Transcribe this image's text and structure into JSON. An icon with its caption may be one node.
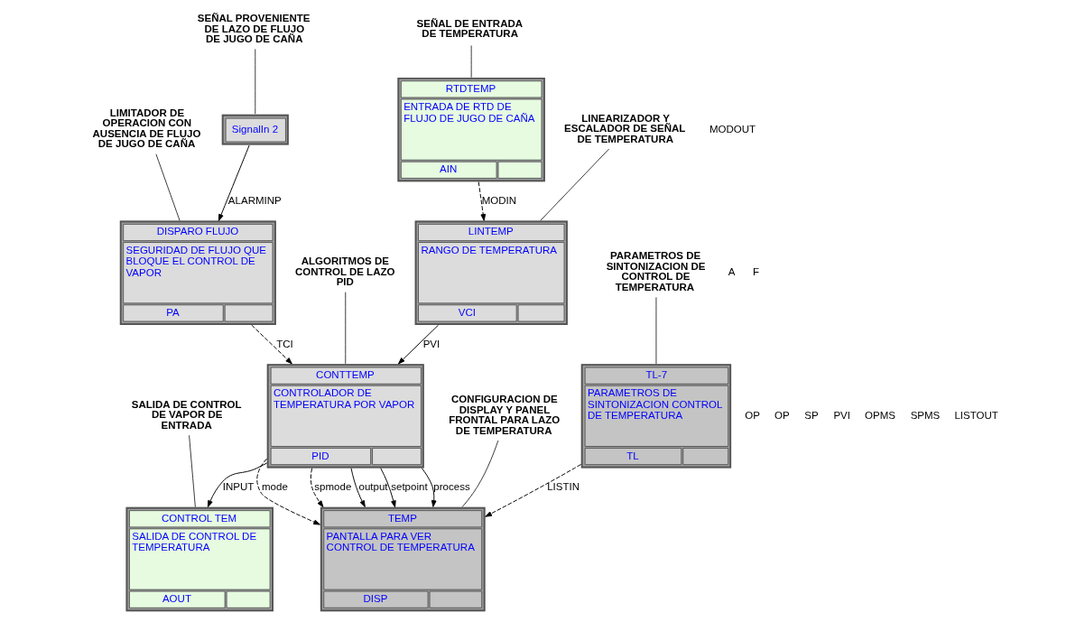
{
  "diagram": {
    "nodes": [
      {
        "text": [
          "LIMITADOR DE OPERACION CON AUSENCIA DE FLUJO DE JUGO DE CAÑA"
        ]
      },
      {
        "text": [
          "DISPARO FLUJO",
          "SEGURIDAD DE FLUJO QUE BLOQUE EL CONTROL DE VAPOR",
          "PA"
        ]
      },
      {
        "text": [
          "SEÑAL PROVENIENTE DE LAZO DE FLUJO DE JUGO DE CAÑA"
        ]
      },
      {
        "text": [
          "SignalIn 2"
        ]
      },
      {
        "text": [
          "SEÑAL DE ENTRADA DE TEMPERATURA"
        ]
      },
      {
        "text": [
          "SALIDA DE CONTROL DE VAPOR DE ENTRADA"
        ]
      },
      {
        "text": [
          "ALGORITMOS DE CONTROL DE LAZO PID"
        ]
      },
      {
        "text": [
          "CONTTEMP",
          "CONTROLADOR DE TEMPERATURA POR VAPOR",
          "PID"
        ]
      },
      {
        "text": [
          "RTDTEMP",
          "ENTRADA DE RTD DE FLUJO DE JUGO DE CAÑA",
          "AIN"
        ]
      },
      {
        "text": [
          "CONTROL TEM",
          "SALIDA DE CONTROL DE TEMPERATURA",
          "AOUT"
        ]
      },
      {
        "text": [
          "LINTEMP",
          "RANGO DE TEMPERATURA",
          "VCI"
        ]
      },
      {
        "text": [
          "LINEARIZADOR Y ESCALADOR DE SEÑAL DE TEMPERATURA"
        ]
      },
      {
        "text": [
          "TL-7",
          "PARAMETROS DE SINTONIZACION CONTROL DE TEMPERATURA",
          "TL"
        ]
      },
      {
        "text": [
          "TEMP",
          "PANTALLA PARA VER CONTROL DE TEMPERATURA",
          "DISP"
        ]
      },
      {
        "text": [
          "PARAMETROS DE SINTONIZACION DE CONTROL DE TEMPERATURA"
        ]
      },
      {
        "text": [
          "CONFIGURACION DE DISPLAY Y PANEL FRONTAL PARA LAZO DE TEMPERATURA"
        ]
      }
    ],
    "edges": [
      {
        "from": 0,
        "to": 1,
        "arrow": "none"
      },
      {
        "from": 2,
        "to": 3,
        "arrow": "none"
      },
      {
        "from": 4,
        "to": 8,
        "arrow": "none"
      },
      {
        "from": 5,
        "to": 9,
        "arrow": "none"
      },
      {
        "from": 6,
        "to": 7,
        "arrow": "none"
      },
      {
        "from": 11,
        "to": 10,
        "arrow": "none"
      },
      {
        "from": 14,
        "to": 12,
        "arrow": "none"
      },
      {
        "from": 15,
        "to": 13,
        "arrow": "none"
      },
      {
        "from": 3,
        "to": 1,
        "arrow": "to",
        "label": "ALARMINP"
      },
      {
        "from": 8,
        "to": 10,
        "arrow": "to",
        "label": "MODIN",
        "style": "dashed"
      },
      {
        "from": 10,
        "to": 7,
        "arrow": "to",
        "label": "PVI"
      },
      {
        "from": 1,
        "to": 7,
        "arrow": "to",
        "label": "TCI",
        "style": "dashed"
      },
      {
        "from": 7,
        "to": 9,
        "arrow": "to",
        "label": "INPUT"
      },
      {
        "from": 7,
        "to": 13,
        "arrow": "to",
        "label": "output"
      },
      {
        "from": 7,
        "to": 13,
        "arrow": "to",
        "label": "setpoint"
      },
      {
        "from": 7,
        "to": 13,
        "arrow": "to",
        "label": "process"
      },
      {
        "from": 7,
        "to": 13,
        "arrow": "to",
        "label": "mode",
        "style": "dashed"
      },
      {
        "from": 7,
        "to": 13,
        "arrow": "to",
        "label": "spmode",
        "style": "dashed"
      },
      {
        "from": 12,
        "to": 13,
        "arrow": "to",
        "label": "LISTIN",
        "style": "dashed"
      }
    ],
    "labels": [
      "A",
      "MODOUT",
      "OP",
      "F",
      "OP",
      "SP",
      "PVI",
      "OPMS",
      "SPMS",
      "LISTOUT"
    ]
  }
}
